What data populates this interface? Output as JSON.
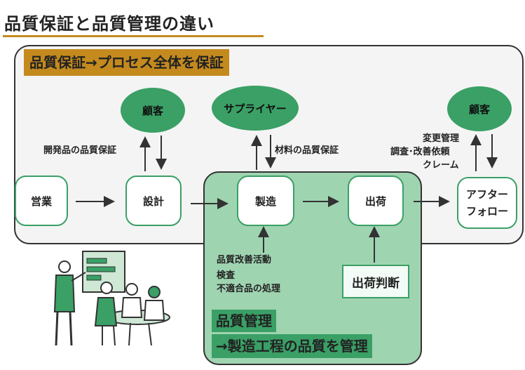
{
  "title": "品質保証と品質管理の違い",
  "qa": {
    "label": "品質保証→プロセス全体を保証"
  },
  "qc": {
    "label_line1": "品質管理",
    "label_line2": "→製造工程の品質を管理"
  },
  "nodes": {
    "sales": "営業",
    "design": "設計",
    "manufacturing": "製造",
    "shipping": "出荷",
    "aftercare_line1": "アフター",
    "aftercare_line2": "フォロー",
    "customer_left": "顧客",
    "supplier": "サプライヤー",
    "customer_right": "顧客"
  },
  "annotations": {
    "dev_quality": "開発品の品質保証",
    "material_quality": "材料の品質保証",
    "change_mgmt_line1": "変更管理",
    "change_mgmt_line2": "調査･改善依頼",
    "change_mgmt_line3": "クレーム",
    "qc_activity_line1": "品質改善活動",
    "qc_activity_line2": "検査",
    "qc_activity_line3": "不適合品の処理",
    "shipping_judgment": "出荷判断"
  },
  "colors": {
    "accent_gold": "#c48a1e",
    "green": "#3aa066",
    "light_green": "#9fd4b1"
  },
  "illustration": "people-meeting-around-table-with-chart-board"
}
